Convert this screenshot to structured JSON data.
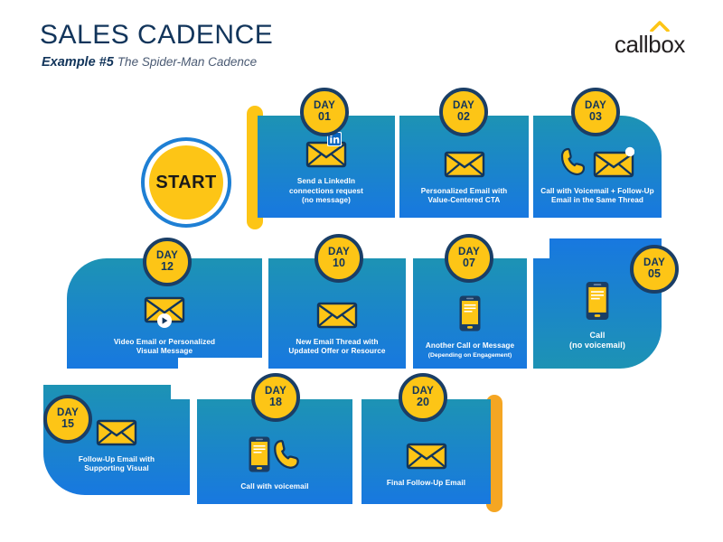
{
  "header": {
    "title": "SALES CADENCE",
    "subtitle_strong": "Example #5",
    "subtitle_light": "The Spider-Man Cadence"
  },
  "logo": {
    "text": "callbox",
    "chevron_icon": "chevron-up-icon",
    "chevron_color": "#FDC516",
    "text_color": "#231F20"
  },
  "start": {
    "label": "START",
    "ring_color": "#1E7FD4",
    "fill_color": "#FDC516"
  },
  "colors": {
    "card_gradient_top": "#1D93B4",
    "card_gradient_bottom": "#1878E0",
    "badge_fill": "#FDC516",
    "badge_ring": "#1A3E66",
    "title_navy": "#12355B",
    "start_bar_yellow": "#FDC516",
    "end_bar_orange": "#F5A623"
  },
  "bars": {
    "start_bar_name": "start-bar",
    "end_bar_name": "end-bar"
  },
  "steps": [
    {
      "day_word": "DAY",
      "day_number": "01",
      "label": "Send a LinkedIn\nconnections request\n(no message)",
      "sublabel": "",
      "icons": [
        "linkedin-badge-icon",
        "envelope-icon"
      ]
    },
    {
      "day_word": "DAY",
      "day_number": "02",
      "label": "Personalized Email with\nValue-Centered CTA",
      "sublabel": "",
      "icons": [
        "envelope-icon"
      ]
    },
    {
      "day_word": "DAY",
      "day_number": "03",
      "label": "Call with Voicemail + Follow-Up\nEmail in the Same Thread",
      "sublabel": "",
      "icons": [
        "phone-handset-icon",
        "envelope-notification-icon"
      ]
    },
    {
      "day_word": "DAY",
      "day_number": "05",
      "label": "Call\n(no voicemail)",
      "sublabel": "",
      "icons": [
        "smartphone-icon"
      ]
    },
    {
      "day_word": "DAY",
      "day_number": "07",
      "label": "Another Call or Message",
      "sublabel": "(Depending on Engagement)",
      "icons": [
        "smartphone-icon"
      ]
    },
    {
      "day_word": "DAY",
      "day_number": "10",
      "label": "New Email Thread with\nUpdated Offer or Resource",
      "sublabel": "",
      "icons": [
        "envelope-icon"
      ]
    },
    {
      "day_word": "DAY",
      "day_number": "12",
      "label": "Video Email or Personalized\nVisual Message",
      "sublabel": "",
      "icons": [
        "envelope-video-icon"
      ]
    },
    {
      "day_word": "DAY",
      "day_number": "15",
      "label": "Follow-Up Email with\nSupporting Visual",
      "sublabel": "",
      "icons": [
        "envelope-icon"
      ]
    },
    {
      "day_word": "DAY",
      "day_number": "18",
      "label": "Call with voicemail",
      "sublabel": "",
      "icons": [
        "smartphone-icon",
        "phone-handset-icon"
      ]
    },
    {
      "day_word": "DAY",
      "day_number": "20",
      "label": "Final Follow-Up Email",
      "sublabel": "",
      "icons": [
        "envelope-icon"
      ]
    }
  ]
}
